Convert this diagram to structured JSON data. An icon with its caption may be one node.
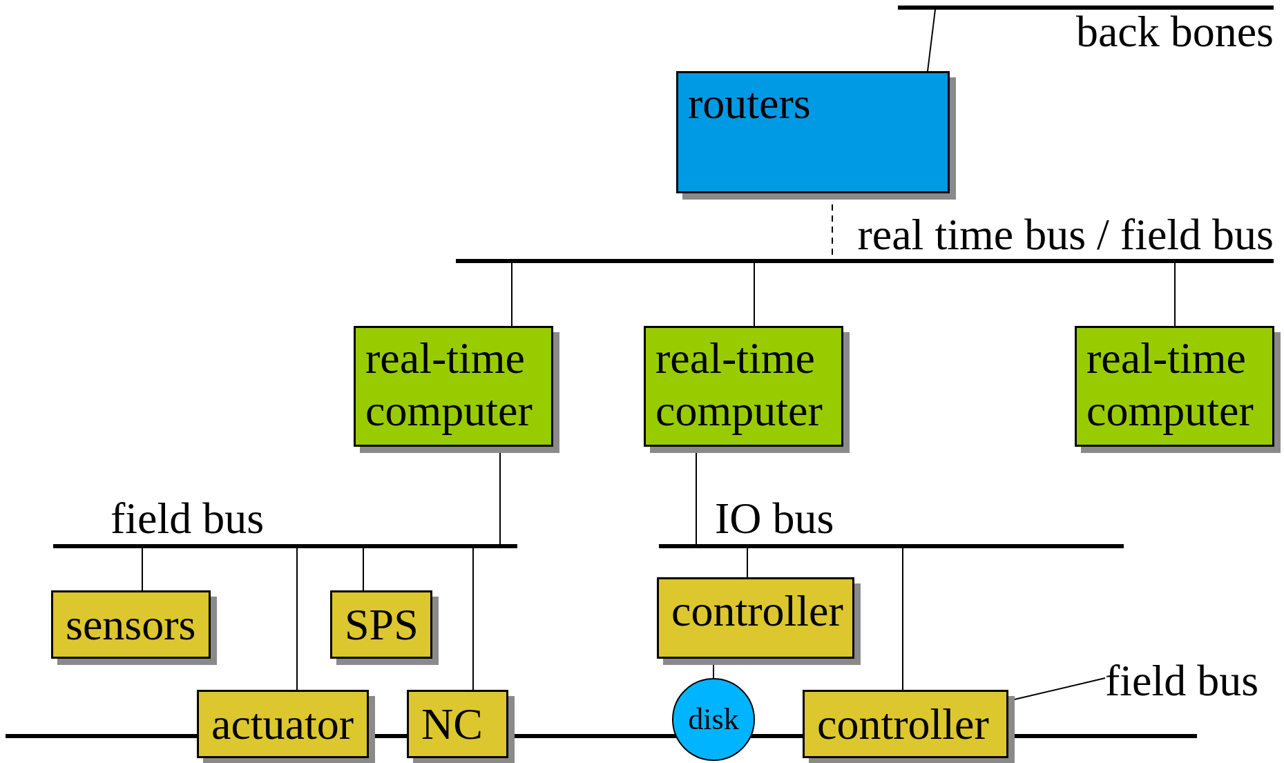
{
  "diagram": {
    "nodes": [
      {
        "text": [],
        "shape": "bar",
        "beside": [
          "back bones"
        ]
      },
      {
        "text": [
          "routers"
        ]
      },
      {
        "text": [],
        "shape": "bar",
        "beside": [
          "real time bus / field bus"
        ]
      },
      {
        "text": [
          "real-time computer"
        ]
      },
      {
        "text": [
          "real-time computer"
        ]
      },
      {
        "text": [
          "real-time computer"
        ]
      },
      {
        "text": [],
        "shape": "bar",
        "beside": [
          "field bus"
        ]
      },
      {
        "text": [],
        "shape": "bar",
        "beside": [
          "IO bus"
        ]
      },
      {
        "text": [
          "sensors"
        ]
      },
      {
        "text": [
          "SPS"
        ]
      },
      {
        "text": [
          "controller"
        ]
      },
      {
        "text": [
          "actuator"
        ]
      },
      {
        "text": [
          "NC"
        ]
      },
      {
        "text": [
          "disk"
        ]
      },
      {
        "text": [
          "controller"
        ]
      },
      {
        "text": [],
        "shape": "bar"
      },
      {
        "text": [
          "field bus"
        ]
      }
    ],
    "edges": [
      {
        "from": 0,
        "to": 1,
        "arrow": "none"
      },
      {
        "from": 1,
        "to": 2,
        "arrow": "none",
        "style": "dashed"
      },
      {
        "from": 2,
        "to": 3,
        "arrow": "none"
      },
      {
        "from": 2,
        "to": 4,
        "arrow": "none"
      },
      {
        "from": 2,
        "to": 5,
        "arrow": "none"
      },
      {
        "from": 3,
        "to": 6,
        "arrow": "none"
      },
      {
        "from": 4,
        "to": 7,
        "arrow": "none"
      },
      {
        "from": 6,
        "to": 8,
        "arrow": "none"
      },
      {
        "from": 6,
        "to": 11,
        "arrow": "none"
      },
      {
        "from": 6,
        "to": 9,
        "arrow": "none"
      },
      {
        "from": 6,
        "to": 12,
        "arrow": "none"
      },
      {
        "from": 7,
        "to": 10,
        "arrow": "none"
      },
      {
        "from": 7,
        "to": 14,
        "arrow": "none"
      },
      {
        "from": 10,
        "to": 13,
        "arrow": "none"
      },
      {
        "from": 16,
        "to": 14,
        "arrow": "none"
      }
    ]
  }
}
